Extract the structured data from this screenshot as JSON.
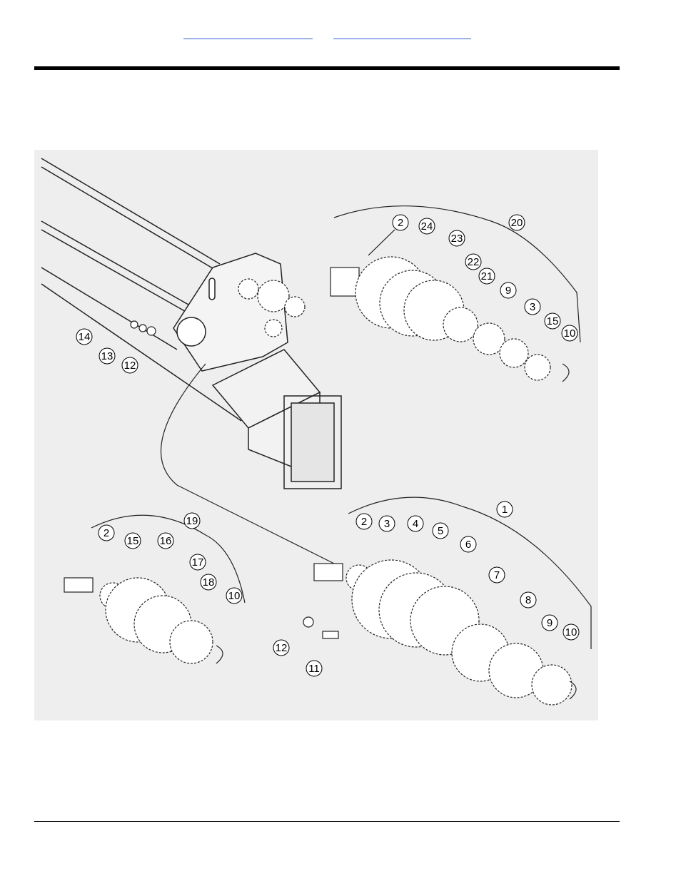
{
  "header": {
    "links": [
      "",
      ""
    ]
  },
  "callouts": [
    {
      "label": "2"
    },
    {
      "label": "24"
    },
    {
      "label": "23"
    },
    {
      "label": "22"
    },
    {
      "label": "21"
    },
    {
      "label": "9"
    },
    {
      "label": "3"
    },
    {
      "label": "15"
    },
    {
      "label": "10"
    },
    {
      "label": "20"
    },
    {
      "label": "14"
    },
    {
      "label": "13"
    },
    {
      "label": "12"
    },
    {
      "label": "19"
    },
    {
      "label": "2"
    },
    {
      "label": "15"
    },
    {
      "label": "16"
    },
    {
      "label": "17"
    },
    {
      "label": "18"
    },
    {
      "label": "10"
    },
    {
      "label": "1"
    },
    {
      "label": "2"
    },
    {
      "label": "3"
    },
    {
      "label": "4"
    },
    {
      "label": "5"
    },
    {
      "label": "6"
    },
    {
      "label": "7"
    },
    {
      "label": "8"
    },
    {
      "label": "9"
    },
    {
      "label": "10"
    },
    {
      "label": "12"
    },
    {
      "label": "11"
    }
  ]
}
